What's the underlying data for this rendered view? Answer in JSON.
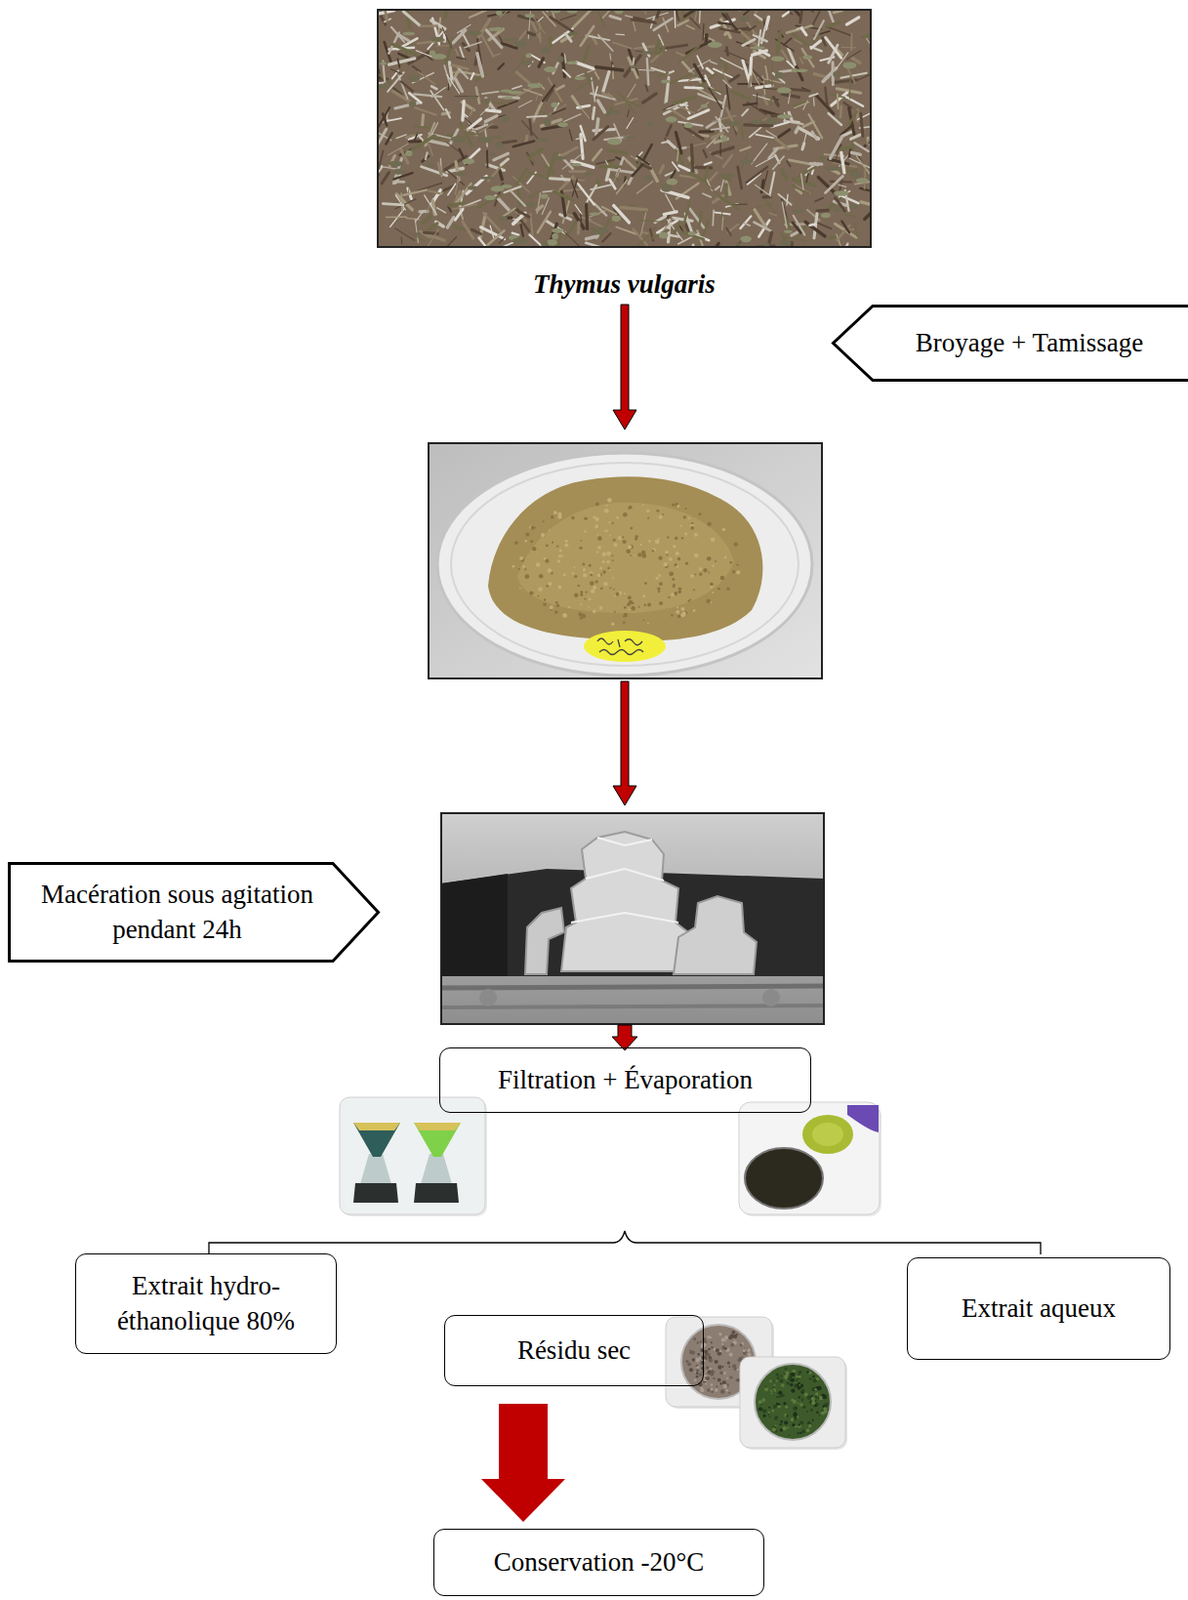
{
  "diagram": {
    "nodes": [
      {
        "text": [
          "Broyage + Tamissage"
        ]
      },
      {
        "text": [
          "Macération sous agitation pendant 24h"
        ]
      },
      {
        "text": [
          "Filtration + Évaporation"
        ]
      },
      {
        "text": [
          "Extrait hydro-éthanolique 80%"
        ]
      },
      {
        "text": [
          "Résidu sec"
        ]
      },
      {
        "text": [
          "Extrait aqueux"
        ]
      },
      {
        "text": [
          "Conservation -20°C"
        ]
      }
    ],
    "edges": [
      {
        "from": 4,
        "to": 6,
        "arrow": "to"
      }
    ],
    "labels": [
      "Thymus vulgaris"
    ]
  }
}
